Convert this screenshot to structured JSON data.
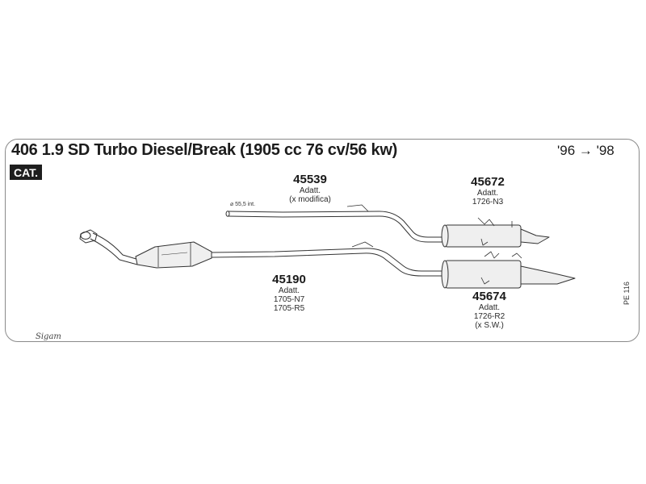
{
  "header": {
    "title": "406 1.9 SD Turbo Diesel/Break (1905 cc 76 cv/56 kw)",
    "years": "'96 → '98",
    "cat_badge": "CAT."
  },
  "parts": [
    {
      "number": "45539",
      "notes": [
        "Adatt.",
        "(x modifica)"
      ]
    },
    {
      "number": "45672",
      "notes": [
        "Adatt.",
        "1726-N3"
      ]
    },
    {
      "number": "45190",
      "notes": [
        "Adatt.",
        "1705-N7",
        "1705-R5"
      ]
    },
    {
      "number": "45674",
      "notes": [
        "Adatt.",
        "1726-R2",
        "(x S.W.)"
      ]
    }
  ],
  "dimension_label": "⌀ 55,5 int.",
  "page_ref": "PE 116",
  "logo_text": "Sigam",
  "colors": {
    "line": "#333333",
    "fill": "#efefef",
    "border": "#8a8a8a"
  }
}
